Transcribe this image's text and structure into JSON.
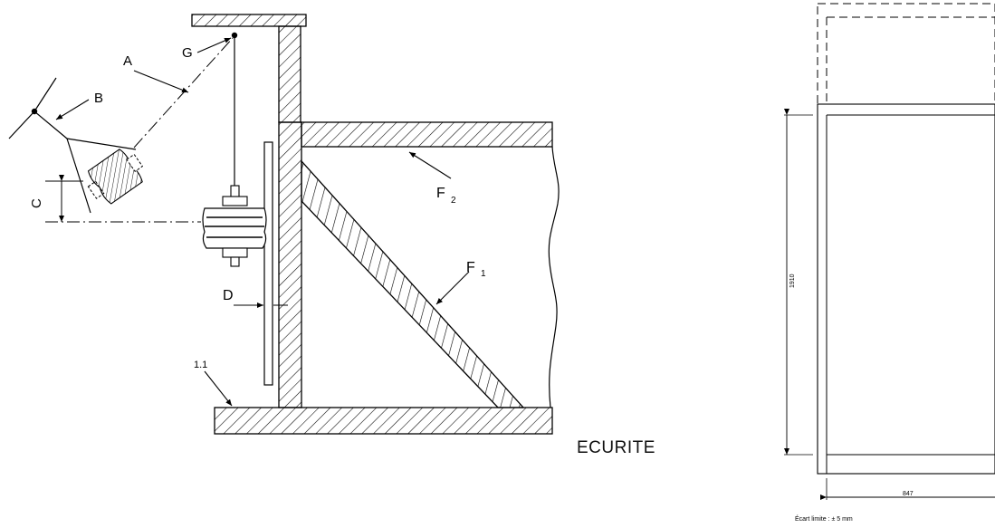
{
  "left_diagram": {
    "labels": {
      "A": "A",
      "B": "B",
      "G": "G",
      "C": "C",
      "D": "D",
      "F1_main": "F",
      "F1_sub": "1",
      "F2_main": "F",
      "F2_sub": "2",
      "ref_11": "1.1"
    },
    "caption_fragment": "ECURITE"
  },
  "right_diagram": {
    "height_dim": "1910",
    "width_dim": "847",
    "tolerance_note": "Écart limite : ± 5 mm"
  }
}
